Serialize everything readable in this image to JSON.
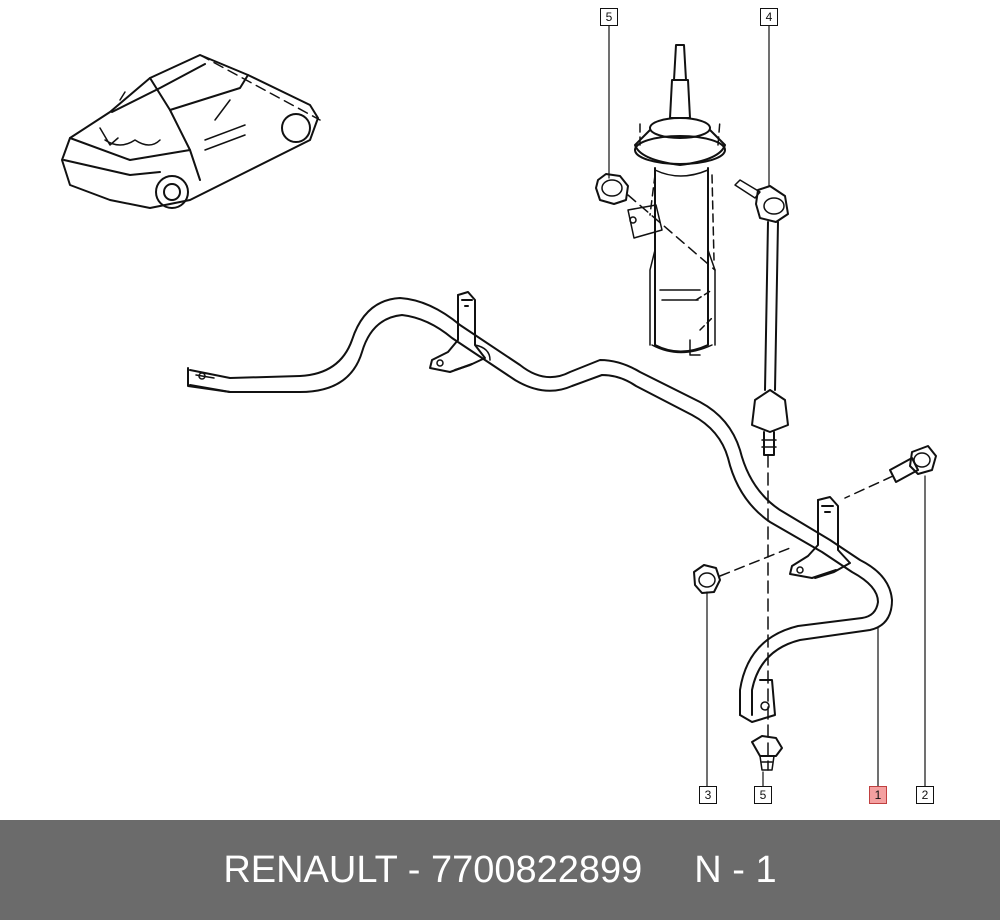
{
  "callouts": [
    {
      "id": "c5-top",
      "label": "5",
      "highlighted": false
    },
    {
      "id": "c4",
      "label": "4",
      "highlighted": false
    },
    {
      "id": "c3",
      "label": "3",
      "highlighted": false
    },
    {
      "id": "c5-bottom",
      "label": "5",
      "highlighted": false
    },
    {
      "id": "c1",
      "label": "1",
      "highlighted": true
    },
    {
      "id": "c2",
      "label": "2",
      "highlighted": false
    }
  ],
  "footer": {
    "part_text": "RENAULT - 7700822899",
    "page_text": "N - 1"
  },
  "colors": {
    "footer_bg": "#6b6b6b",
    "highlight": "#f4a0a0",
    "line": "#111111"
  }
}
